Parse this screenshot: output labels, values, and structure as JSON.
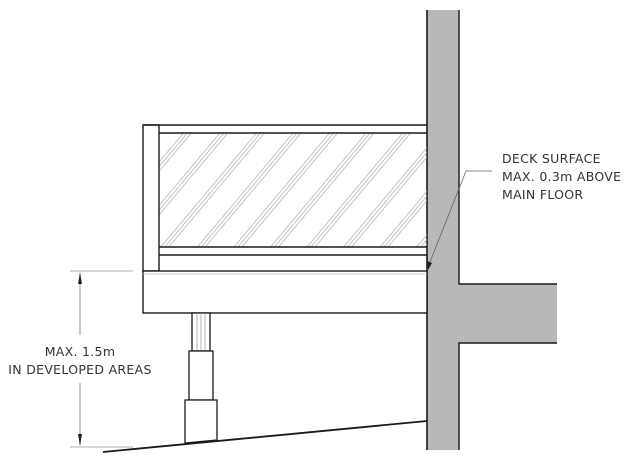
{
  "drawing": {
    "type": "deck-section-elevation",
    "colors": {
      "wall_fill": "#b8b8b8",
      "line": "#1a1a1a",
      "hatch": "#b0b0b0",
      "dimension": "#888888",
      "text": "#333333"
    },
    "annotations": {
      "deck_surface": {
        "line1": "DECK SURFACE",
        "line2": "MAX. 0.3m ABOVE",
        "line3": "MAIN FLOOR"
      },
      "height_limit": {
        "line1": "MAX. 1.5m",
        "line2": "IN DEVELOPED AREAS"
      }
    },
    "components": [
      "building-wall",
      "floor-slab",
      "deck-railing",
      "glass-panel",
      "deck-platform",
      "support-post",
      "pier",
      "footing",
      "sloped-grade",
      "height-dimension",
      "leader-line"
    ]
  }
}
